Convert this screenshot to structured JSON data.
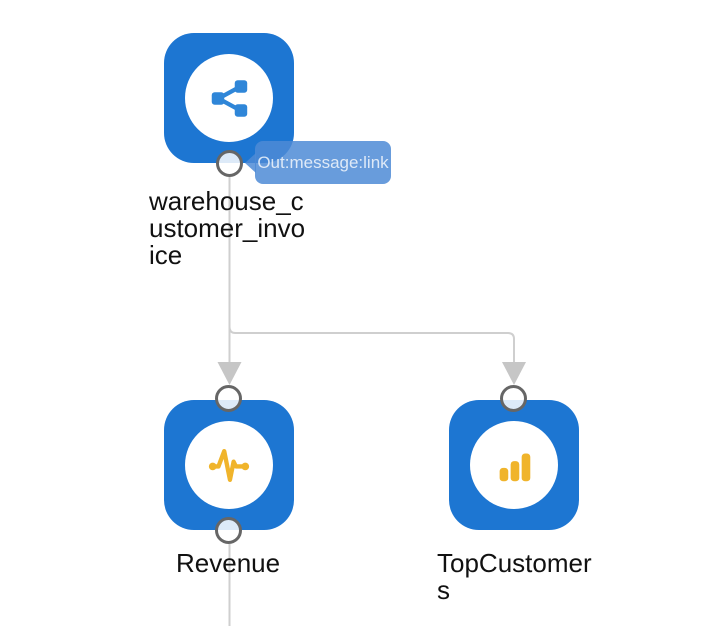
{
  "diagram": {
    "tooltip": {
      "text": "Out:message:link"
    },
    "nodes": [
      {
        "id": "warehouse_customer_invoice",
        "label": "warehouse_customer_invoice",
        "icon": "share-icon"
      },
      {
        "id": "Revenue",
        "label": "Revenue",
        "icon": "pulse-icon"
      },
      {
        "id": "TopCustomers",
        "label": "TopCustomers",
        "icon": "bar-chart-icon"
      }
    ],
    "edges": [
      {
        "from": "warehouse_customer_invoice",
        "to": "Revenue"
      },
      {
        "from": "warehouse_customer_invoice",
        "to": "TopCustomers"
      }
    ],
    "colors": {
      "node_fill": "#1d76d2",
      "share_icon_blue": "#2f86d8",
      "accent_yellow": "#f0b42b",
      "tooltip_blue": "#68a0dc",
      "wire_gray": "#cfcfcf",
      "arrow_gray": "#c6c6c6",
      "port_ring_gray": "#666666"
    }
  }
}
